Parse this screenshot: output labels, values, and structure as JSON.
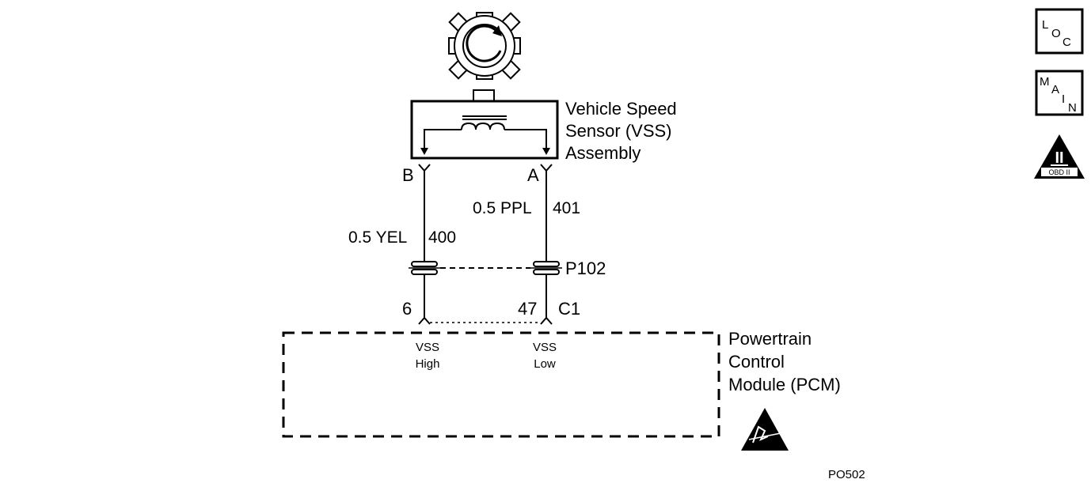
{
  "sensor": {
    "name_line1": "Vehicle Speed",
    "name_line2": "Sensor (VSS)",
    "name_line3": "Assembly",
    "terminal_b": "B",
    "terminal_a": "A"
  },
  "wires": {
    "left": {
      "spec": "0.5 YEL",
      "circuit": "400"
    },
    "right": {
      "spec": "0.5 PPL",
      "circuit": "401"
    }
  },
  "connector": {
    "id": "P102"
  },
  "pcm": {
    "pin_left": "6",
    "pin_right": "47",
    "connector": "C1",
    "left_signal_line1": "VSS",
    "left_signal_line2": "High",
    "right_signal_line1": "VSS",
    "right_signal_line2": "Low",
    "name_line1": "Powertrain",
    "name_line2": "Control",
    "name_line3": "Module (PCM)"
  },
  "nav": {
    "loc": {
      "l1": "L",
      "l2": "O",
      "l3": "C"
    },
    "main": {
      "l1": "M",
      "l2": "A",
      "l3": "I",
      "l4": "N"
    },
    "obd": {
      "numeral": "II",
      "caption": "OBD II"
    }
  },
  "figure_id": "PO502",
  "icons": {
    "reluctor": "toothed-reluctor-wheel-icon",
    "esd": "esd-warning-icon",
    "obd": "obd-ii-triangle-icon"
  }
}
